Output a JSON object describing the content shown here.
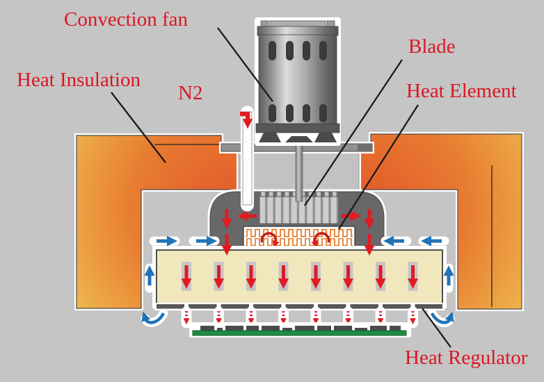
{
  "diagram": {
    "labels": {
      "convection_fan": "Convection fan",
      "heat_insulation": "Heat Insulation",
      "n2": "N2",
      "blade": "Blade",
      "heat_element": "Heat Element",
      "heat_regulator": "Heat Regulator"
    },
    "colors": {
      "background": "#C5C5C5",
      "label_red": "#DB1623",
      "hot_flow_red": "#E11B22",
      "cool_flow_blue": "#2173B5",
      "insulation_outer_yellow": "#EFBE50",
      "insulation_inner_orange": "#E2592B",
      "chamber_dark_gray": "#686868",
      "diffuser_beige": "#F1E7BD",
      "heater_coil_orange": "#E2761E",
      "pcb_green": "#1E8C46",
      "louver_gray": "#575757"
    }
  }
}
